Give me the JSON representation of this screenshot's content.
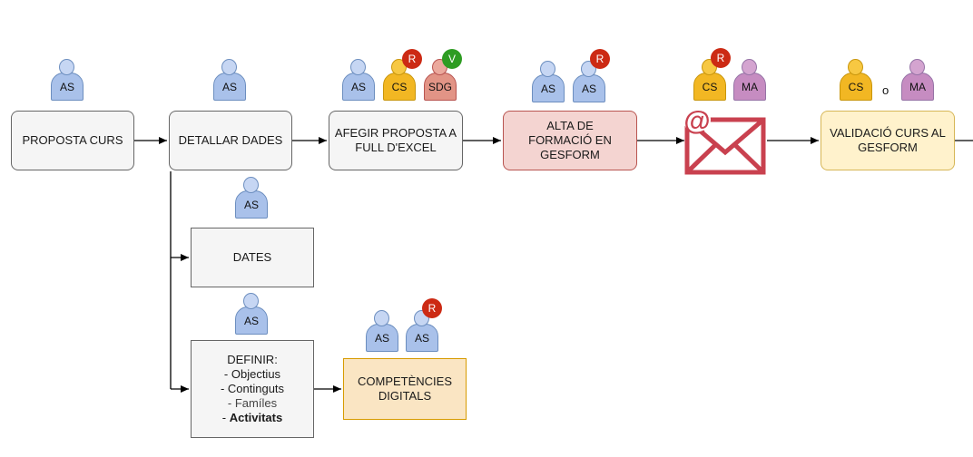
{
  "colors": {
    "role_badge": "#cc2a14",
    "validate_badge": "#2e9c22",
    "email_icon": "#c9414f",
    "connector": "#000000"
  },
  "badges": {
    "responsible": "R",
    "validator": "V"
  },
  "nodes": {
    "proposta_curs": "PROPOSTA CURS",
    "detallar_dades": "DETALLAR DADES",
    "afegir_proposta": "AFEGIR PROPOSTA A FULL D'EXCEL",
    "alta_formacio": "ALTA DE FORMACIÓ EN GESFORM",
    "validacio_curs": "VALIDACIÓ CURS AL GESFORM",
    "dates": "DATES",
    "definir": {
      "title": "DEFINIR:",
      "item1": "- Objectius",
      "item2": "- Continguts",
      "item3": "- Famíles",
      "item4_prefix": "- ",
      "item4_bold": "Activitats"
    },
    "competencies": "COMPETÈNCIES DIGITALS"
  },
  "actors": {
    "as": "AS",
    "cs": "CS",
    "sdg": "SDG",
    "ma": "MA",
    "or_word": "o"
  }
}
